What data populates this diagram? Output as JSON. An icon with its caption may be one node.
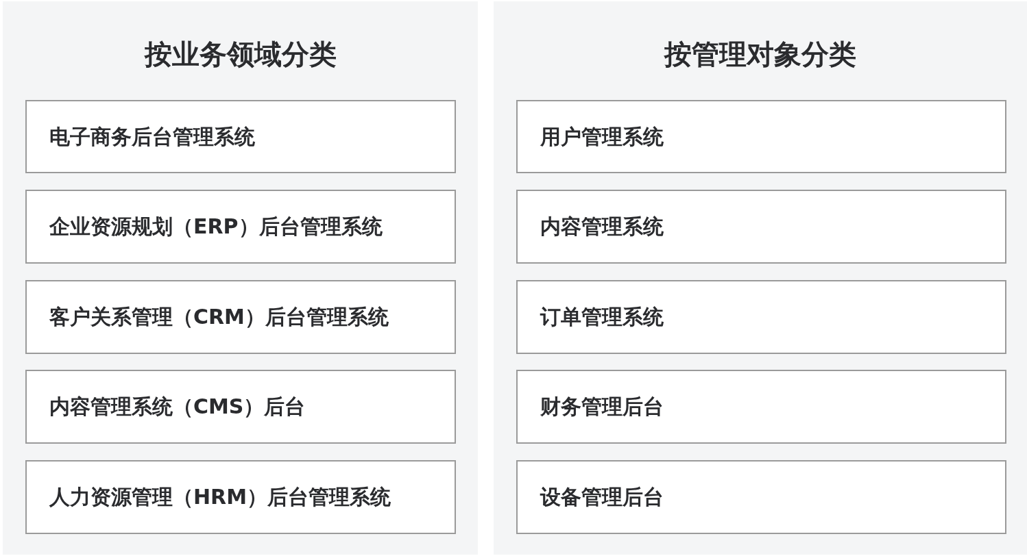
{
  "diagram": {
    "nodes": [
      {
        "text": [
          "按业务领域分类"
        ]
      },
      {
        "text": [
          "电子商务后台管理系统"
        ],
        "in": 0
      },
      {
        "text": [
          "企业资源规划（ERP）后台管理系统"
        ],
        "in": 0
      },
      {
        "text": [
          "客户关系管理（CRM）后台管理系统"
        ],
        "in": 0
      },
      {
        "text": [
          "内容管理系统（CMS）后台"
        ],
        "in": 0
      },
      {
        "text": [
          "人力资源管理（HRM）后台管理系统"
        ],
        "in": 0
      },
      {
        "text": [
          "按管理对象分类"
        ]
      },
      {
        "text": [
          "用户管理系统"
        ],
        "in": 6
      },
      {
        "text": [
          "内容管理系统"
        ],
        "in": 6
      },
      {
        "text": [
          "订单管理系统"
        ],
        "in": 6
      },
      {
        "text": [
          "财务管理后台"
        ],
        "in": 6
      },
      {
        "text": [
          "设备管理后台"
        ],
        "in": 6
      }
    ]
  }
}
